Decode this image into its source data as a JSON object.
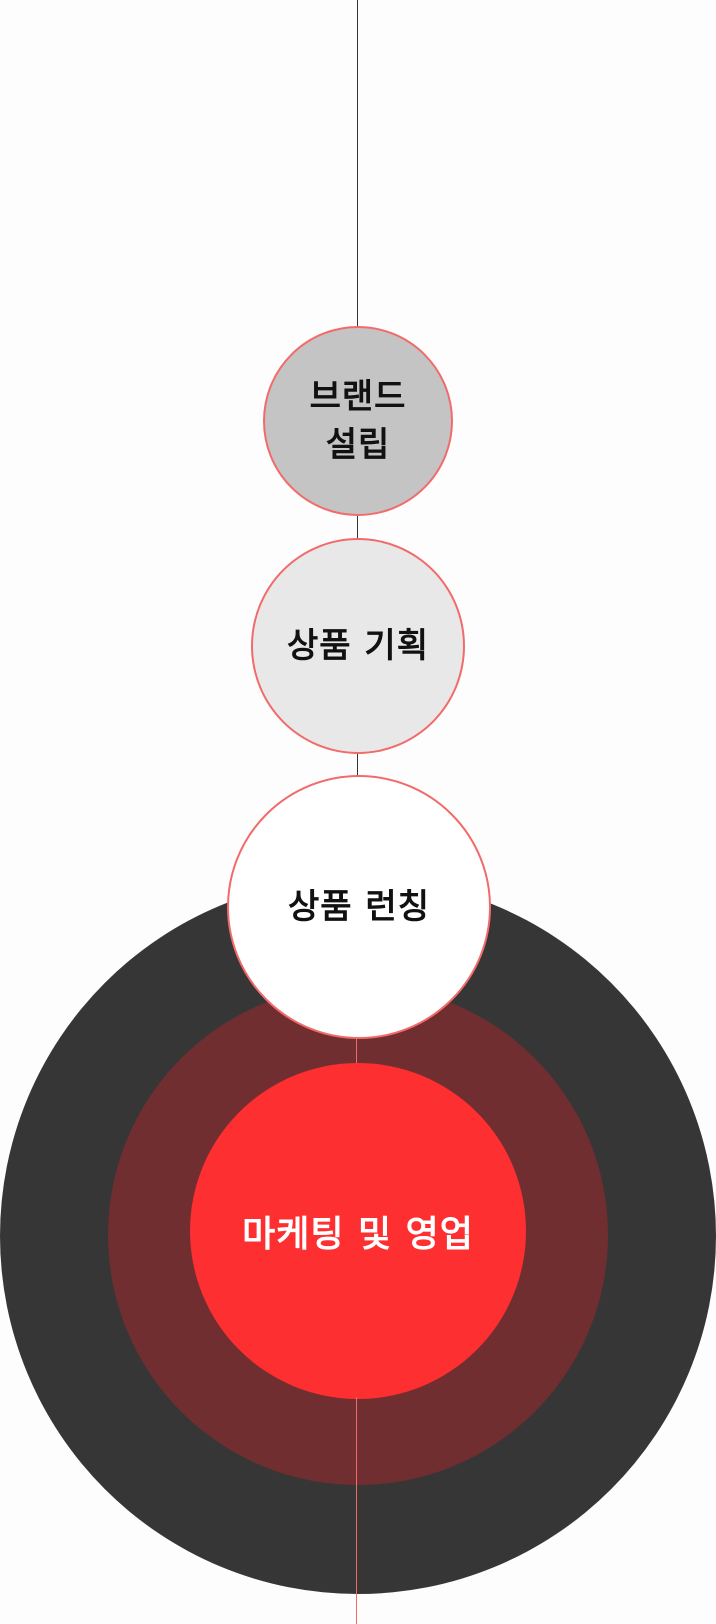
{
  "stages": [
    {
      "id": "brand",
      "label": "브랜드 설립"
    },
    {
      "id": "plan",
      "label": "상품 기획"
    },
    {
      "id": "launch",
      "label": "상품 런칭"
    },
    {
      "id": "marketing",
      "label": "마케팅 및 영업"
    }
  ],
  "colors": {
    "connector_dark": "#333333",
    "connector_red": "#f26b6b",
    "node_border": "#f26b6b",
    "brand_fill": "#c4c4c4",
    "plan_fill": "#e8e8e8",
    "launch_fill": "#ffffff",
    "ring_outer": "#363636",
    "ring_middle": "#712e30",
    "ring_inner": "#fe2f31"
  }
}
